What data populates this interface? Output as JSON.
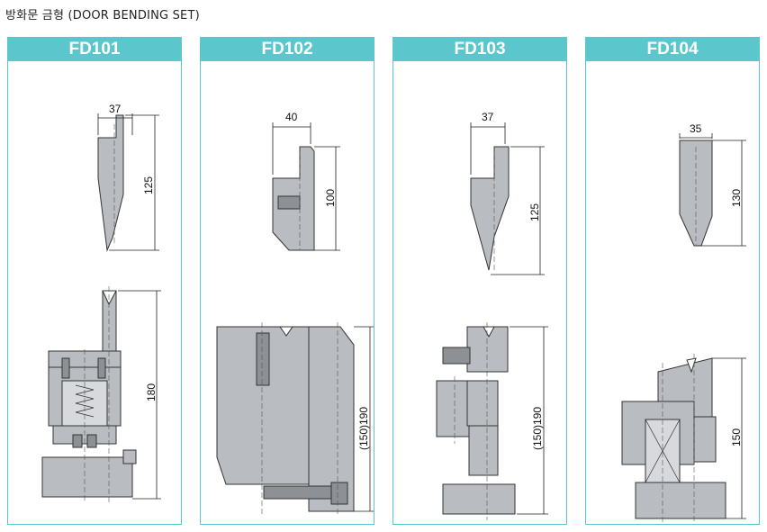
{
  "title": "방화문 금형 (DOOR BENDING SET)",
  "panels": [
    {
      "code": "FD101",
      "width_dim": "37",
      "height_dim": "125",
      "assembly_dim": "180"
    },
    {
      "code": "FD102",
      "width_dim": "40",
      "height_dim": "100",
      "assembly_dim": "(150)190"
    },
    {
      "code": "FD103",
      "width_dim": "37",
      "height_dim": "125",
      "assembly_dim": "(150)190"
    },
    {
      "code": "FD104",
      "width_dim": "35",
      "height_dim": "130",
      "assembly_dim": "150"
    }
  ],
  "colors": {
    "accent": "#5bc6cc",
    "part_fill": "#b9bcc0",
    "dark_fill": "#8d9095"
  }
}
